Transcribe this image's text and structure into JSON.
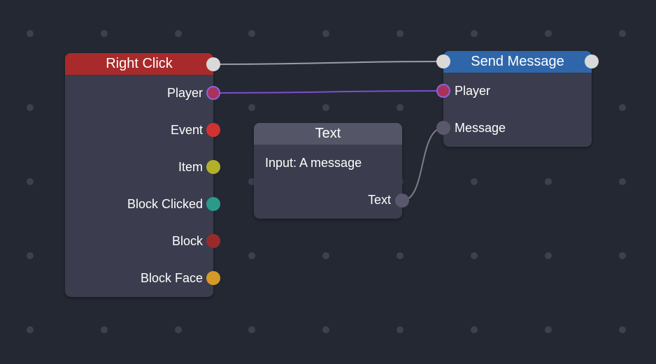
{
  "colors": {
    "background": "#242832",
    "grid_dot": "#3c4152",
    "node_body": "#3b3c4d",
    "text_node_header": "#545566",
    "right_click_header": "#a92a2a",
    "send_message_header": "#2f66aa",
    "exec_wire": "#9c9ca6",
    "player_wire": "#7a4fd0",
    "text_wire": "#7d7d88"
  },
  "nodes": {
    "right_click": {
      "title": "Right Click",
      "outputs": [
        {
          "label": "Player",
          "color": "#a8325c",
          "type": "player"
        },
        {
          "label": "Event",
          "color": "#d23232"
        },
        {
          "label": "Item",
          "color": "#b3b02a"
        },
        {
          "label": "Block Clicked",
          "color": "#2a9b8a"
        },
        {
          "label": "Block",
          "color": "#9a2a2a"
        },
        {
          "label": "Block Face",
          "color": "#d59a26"
        }
      ]
    },
    "text": {
      "title": "Text",
      "input_label": "Input: A message",
      "output_label": "Text",
      "output_color": "#5a586c"
    },
    "send_message": {
      "title": "Send Message",
      "inputs": [
        {
          "label": "Player",
          "color": "#a8325c",
          "type": "player"
        },
        {
          "label": "Message",
          "color": "#5a586c"
        }
      ]
    }
  }
}
